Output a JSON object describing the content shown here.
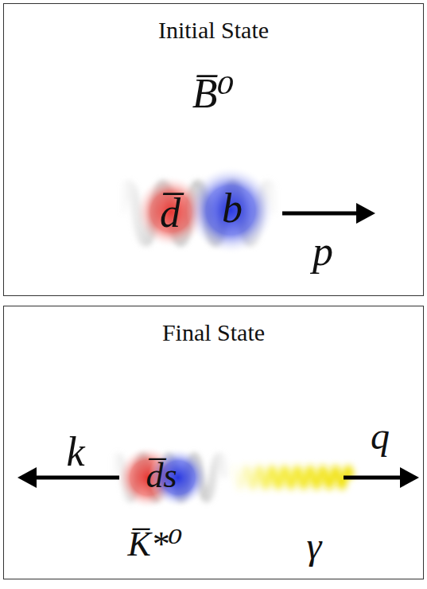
{
  "diagram": {
    "nodes": [
      {
        "text": [
          "Initial State"
        ]
      },
      {
        "text": [
          "Final State"
        ]
      }
    ],
    "labels": [
      "B̅⁰",
      "d̅",
      "b",
      "p",
      "k",
      "d̅s",
      "K̅*⁰",
      "γ",
      "q"
    ]
  }
}
